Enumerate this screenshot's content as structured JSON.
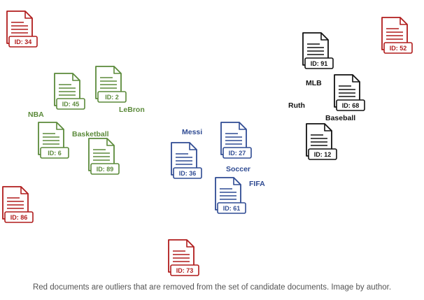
{
  "colors": {
    "green": "#5b8a3a",
    "blue": "#2f4b93",
    "black": "#111111",
    "red": "#b01c1c"
  },
  "documents": [
    {
      "id": "ID: 34",
      "group": "red"
    },
    {
      "id": "ID: 52",
      "group": "red"
    },
    {
      "id": "ID: 45",
      "group": "green"
    },
    {
      "id": "ID: 2",
      "group": "green"
    },
    {
      "id": "ID: 6",
      "group": "green"
    },
    {
      "id": "ID: 89",
      "group": "green"
    },
    {
      "id": "ID: 86",
      "group": "red"
    },
    {
      "id": "ID: 36",
      "group": "blue"
    },
    {
      "id": "ID: 27",
      "group": "blue"
    },
    {
      "id": "ID: 61",
      "group": "blue"
    },
    {
      "id": "ID: 91",
      "group": "black"
    },
    {
      "id": "ID: 68",
      "group": "black"
    },
    {
      "id": "ID: 12",
      "group": "black"
    },
    {
      "id": "ID: 73",
      "group": "red"
    }
  ],
  "keywords": [
    {
      "text": "NBA",
      "group": "green"
    },
    {
      "text": "LeBron",
      "group": "green"
    },
    {
      "text": "Basketball",
      "group": "green"
    },
    {
      "text": "Messi",
      "group": "blue"
    },
    {
      "text": "Soccer",
      "group": "blue"
    },
    {
      "text": "FIFA",
      "group": "blue"
    },
    {
      "text": "MLB",
      "group": "black"
    },
    {
      "text": "Ruth",
      "group": "black"
    },
    {
      "text": "Baseball",
      "group": "black"
    }
  ],
  "caption": "Red documents are outliers that are removed from the set of candidate documents. Image by author."
}
